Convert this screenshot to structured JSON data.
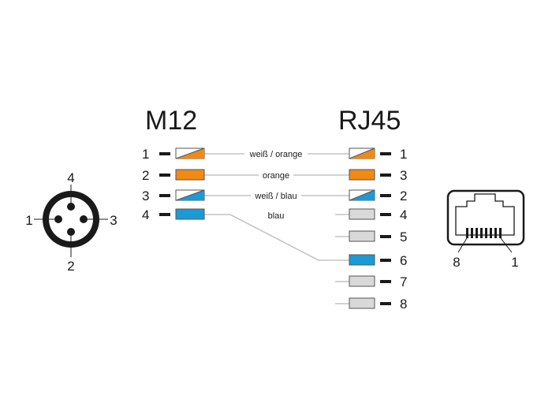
{
  "headers": {
    "left": "M12",
    "right": "RJ45"
  },
  "colors": {
    "orange": "#ef8a17",
    "blue": "#1a9ad6",
    "gray": "#d9d9d9",
    "wire": "#c4c4c4",
    "ink": "#1a1a1a"
  },
  "connector_m12": {
    "pins": [
      "4",
      "1",
      "3",
      "2"
    ]
  },
  "connector_rj45": {
    "left_label": "8",
    "right_label": "1"
  },
  "wiring": [
    {
      "m12_pin": "1",
      "rj45_pin": "1",
      "fill": "white-orange",
      "label": "weiß / orange"
    },
    {
      "m12_pin": "2",
      "rj45_pin": "3",
      "fill": "orange",
      "label": "orange"
    },
    {
      "m12_pin": "3",
      "rj45_pin": "2",
      "fill": "white-blue",
      "label": "weiß / blau"
    },
    {
      "m12_pin": "4",
      "rj45_pin": "6",
      "fill": "blue",
      "label": "blau"
    }
  ],
  "rj45_pins": [
    {
      "pin": "1",
      "fill": "white-orange"
    },
    {
      "pin": "3",
      "fill": "orange"
    },
    {
      "pin": "2",
      "fill": "white-blue"
    },
    {
      "pin": "4",
      "fill": "gray"
    },
    {
      "pin": "5",
      "fill": "gray"
    },
    {
      "pin": "6",
      "fill": "blue"
    },
    {
      "pin": "7",
      "fill": "gray"
    },
    {
      "pin": "8",
      "fill": "gray"
    }
  ]
}
